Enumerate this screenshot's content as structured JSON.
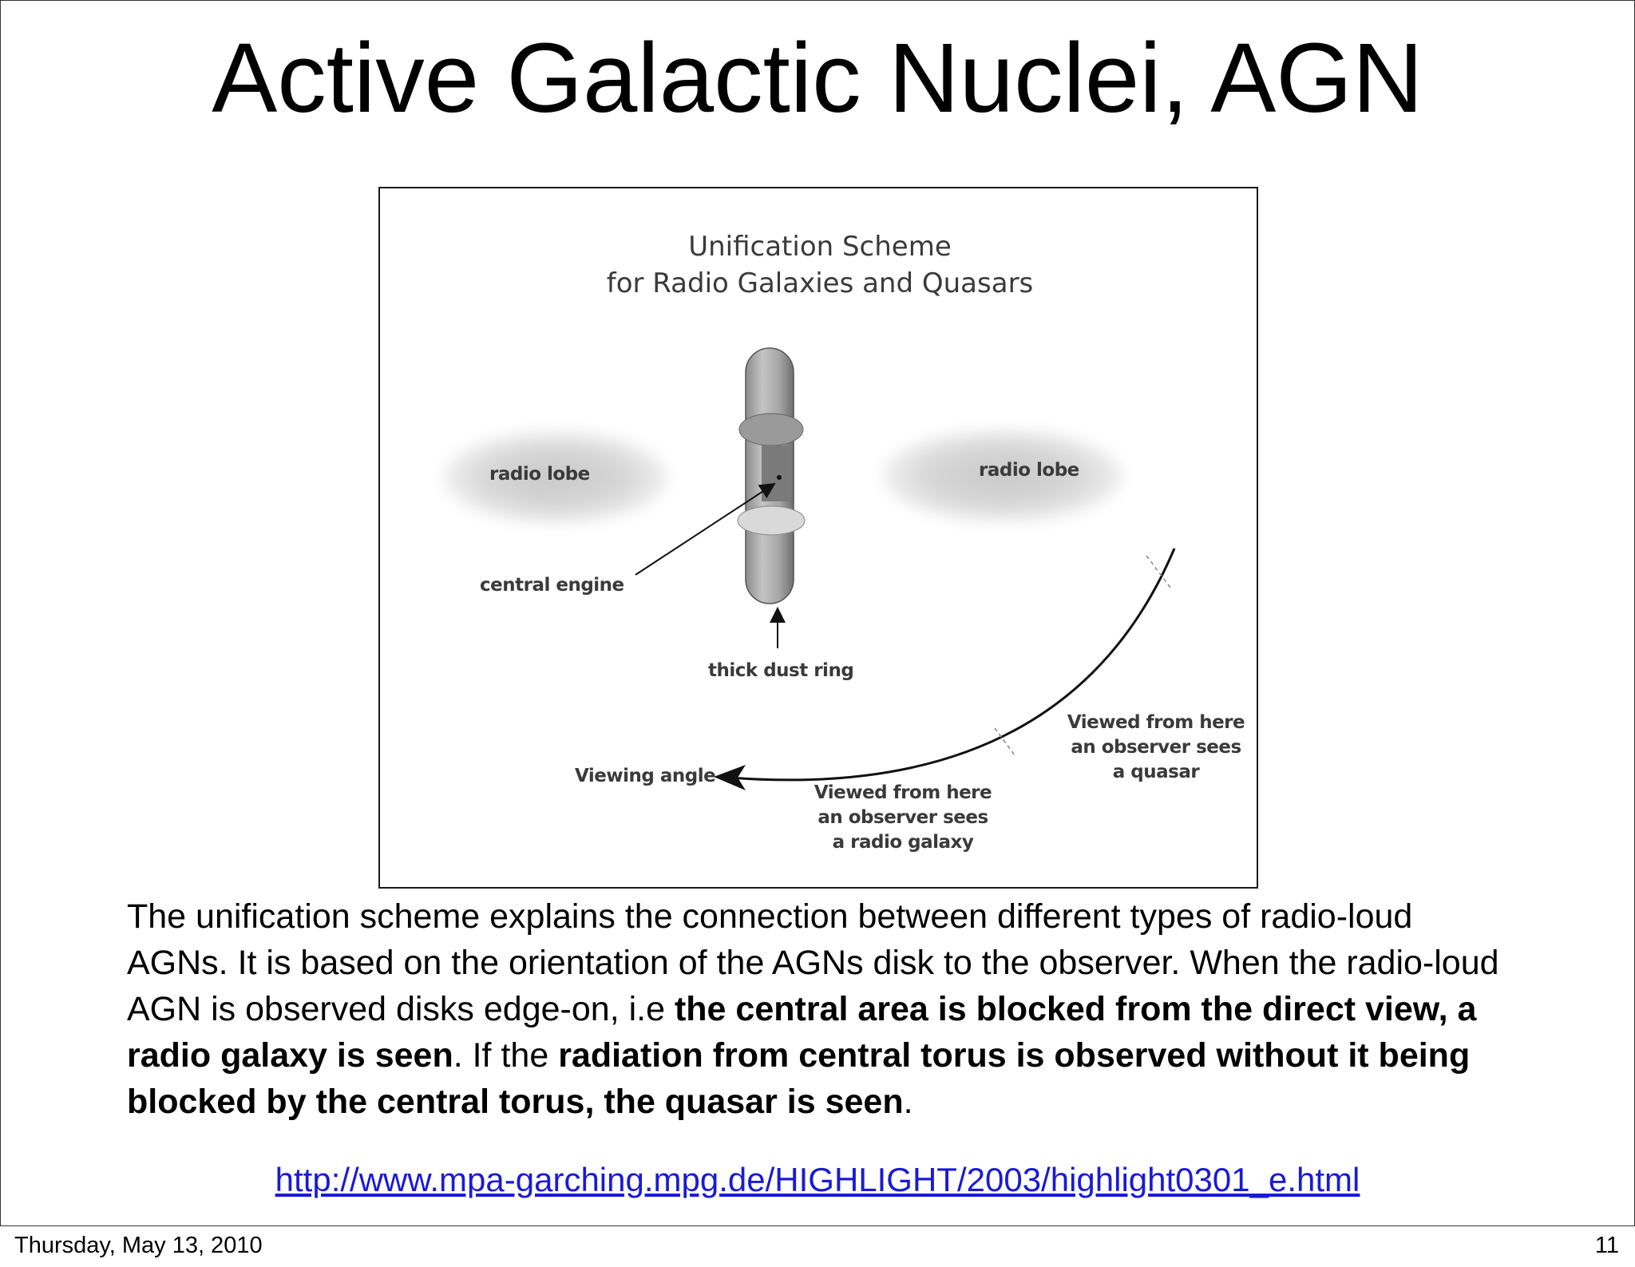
{
  "slide": {
    "title": "Active Galactic Nuclei, AGN",
    "figure": {
      "title_line1": "Unification Scheme",
      "title_line2": "for Radio Galaxies and Quasars",
      "labels": {
        "radio_lobe_left": "radio lobe",
        "radio_lobe_right": "radio lobe",
        "central_engine": "central engine",
        "thick_dust_ring": "thick dust ring",
        "viewing_angle": "Viewing angle",
        "radio_galaxy_view": [
          "Viewed from here",
          "an observer sees",
          "a radio galaxy"
        ],
        "quasar_view": [
          "Viewed from here",
          "an observer sees",
          "a quasar"
        ]
      }
    },
    "body": [
      {
        "text": "The unification scheme explains the connection between different types of radio-loud AGNs. It is based on the orientation of the AGNs disk to the observer. When the radio-loud AGN is observed disks edge-on, i.e ",
        "bold": false
      },
      {
        "text": "the central area is blocked from the direct view, a radio galaxy is seen",
        "bold": true
      },
      {
        "text": ". If the ",
        "bold": false
      },
      {
        "text": "radiation from central torus is observed without it being blocked by the central torus, the quasar is seen",
        "bold": true
      },
      {
        "text": ".",
        "bold": false
      }
    ],
    "link": "http://www.mpa-garching.mpg.de/HIGHLIGHT/2003/highlight0301_e.html"
  },
  "footer": {
    "date": "Thursday, May 13, 2010",
    "page_number": "11"
  }
}
